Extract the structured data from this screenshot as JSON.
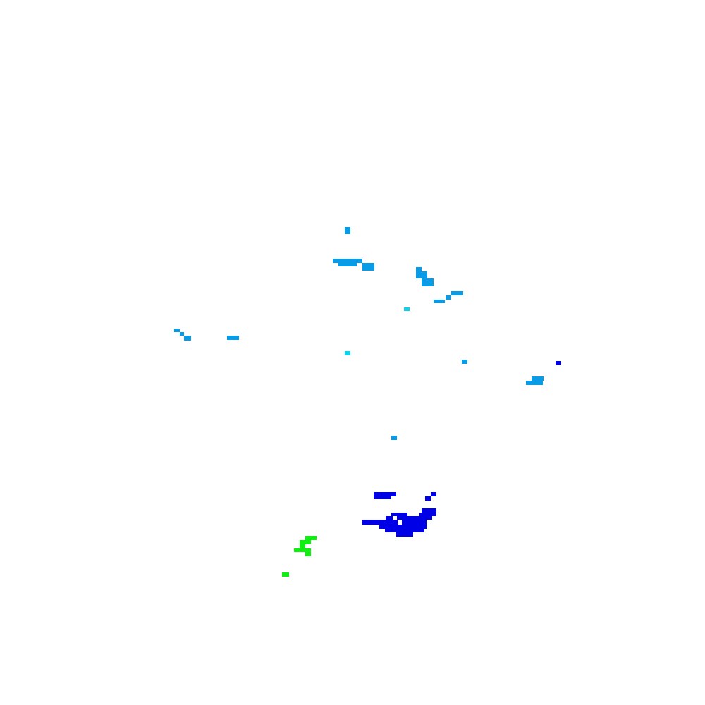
{
  "palette": {
    "background": "#ffffff",
    "sky_blue": "#0a9be6",
    "cyan": "#10d2ec",
    "blue": "#0000e6",
    "green": "#10f010"
  },
  "layers": [
    {
      "name": "sky-blue-patches",
      "color": "sky_blue"
    },
    {
      "name": "cyan-patches",
      "color": "cyan"
    },
    {
      "name": "blue-patches",
      "color": "blue"
    },
    {
      "name": "green-patches",
      "color": "green"
    }
  ]
}
